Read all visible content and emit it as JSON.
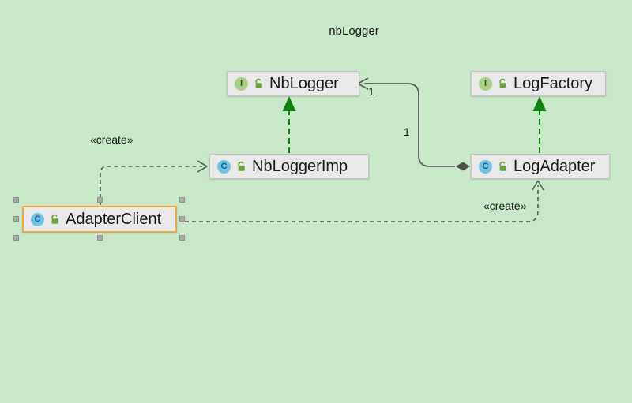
{
  "diagram": {
    "title": "nbLogger",
    "nodes": [
      {
        "name": "NbLogger",
        "kind": "interface",
        "icon": "I",
        "selected": false
      },
      {
        "name": "LogFactory",
        "kind": "interface",
        "icon": "I",
        "selected": false
      },
      {
        "name": "NbLoggerImp",
        "kind": "class",
        "icon": "C",
        "selected": false
      },
      {
        "name": "LogAdapter",
        "kind": "class",
        "icon": "C",
        "selected": false
      },
      {
        "name": "AdapterClient",
        "kind": "class",
        "icon": "C",
        "selected": true
      }
    ],
    "edges": [
      {
        "from": "NbLoggerImp",
        "to": "NbLogger",
        "type": "realization"
      },
      {
        "from": "LogAdapter",
        "to": "LogFactory",
        "type": "realization"
      },
      {
        "from": "AdapterClient",
        "to": "NbLoggerImp",
        "type": "dependency",
        "stereotype": "«create»"
      },
      {
        "from": "AdapterClient",
        "to": "LogAdapter",
        "type": "dependency",
        "stereotype": "«create»"
      },
      {
        "from": "LogAdapter",
        "to": "NbLogger",
        "type": "aggregation",
        "multiplicity_target": "1",
        "multiplicity_source": "1"
      }
    ],
    "labels": {
      "create_left": "«create»",
      "create_right": "«create»",
      "mult_near_nblogger": "1",
      "mult_mid": "1"
    },
    "colors": {
      "background": "#c9e8ca",
      "node_fill": "#e9e9e9",
      "node_border": "#c3c3c3",
      "selection_border": "#f0a63c",
      "selection_handle": "#ababab",
      "realization_green": "#0e820e",
      "edge_gray": "#5a5b5d",
      "diamond_fill": "#4d4e50",
      "interface_icon_bg": "#a9ce86",
      "class_icon_bg": "#6fc3e7",
      "lock_green": "#69a43e",
      "text": "#1b1b1b"
    }
  }
}
